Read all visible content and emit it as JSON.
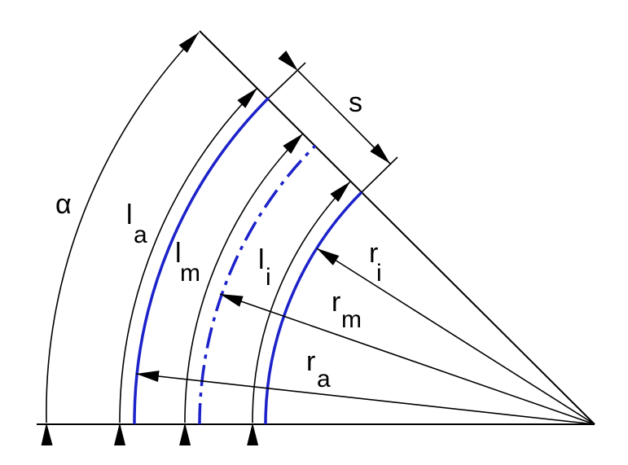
{
  "diagram": {
    "colors": {
      "arc": "#1c22c9",
      "line": "#000000",
      "background": "#ffffff"
    },
    "labels": {
      "alpha": "α",
      "l_a": {
        "main": "l",
        "sub": "a"
      },
      "l_m": {
        "main": "l",
        "sub": "m"
      },
      "l_i": {
        "main": "l",
        "sub": "i"
      },
      "r_i": {
        "main": "r",
        "sub": "i"
      },
      "r_m": {
        "main": "r",
        "sub": "m"
      },
      "r_a": {
        "main": "r",
        "sub": "a"
      },
      "s": "s"
    }
  }
}
